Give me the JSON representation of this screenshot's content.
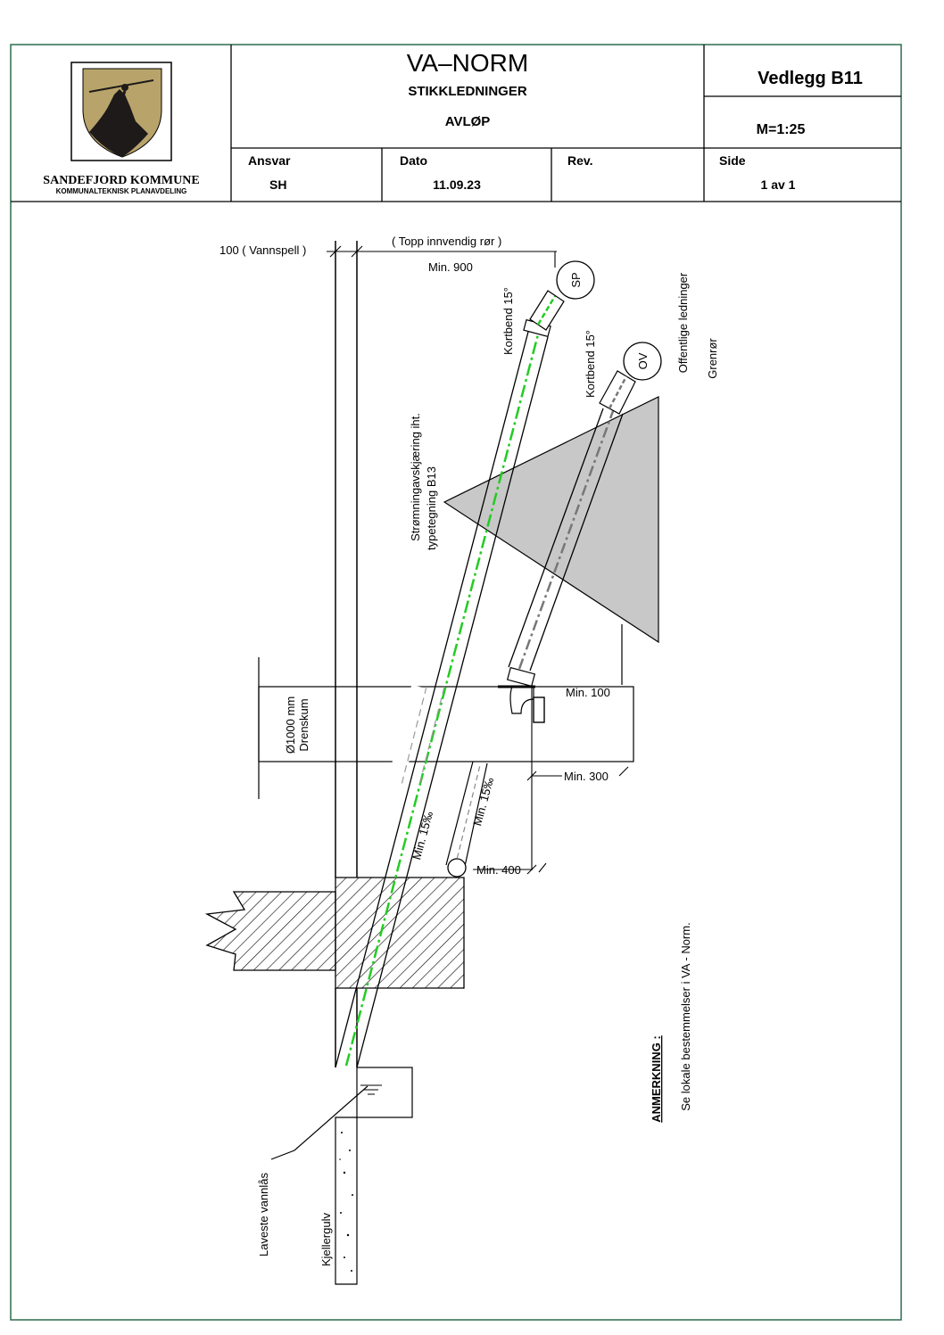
{
  "title_block": {
    "main_title": "VA–NORM",
    "subtitle_1": "STIKKLEDNINGER",
    "subtitle_2": "AVLØP",
    "attachment": "Vedlegg  B11",
    "scale": "M=1:25",
    "organization": "SANDEFJORD  KOMMUNE",
    "department": "KOMMUNALTEKNISK  PLANAVDELING",
    "fields": {
      "responsible_label": "Ansvar",
      "responsible_value": "SH",
      "date_label": "Dato",
      "date_value": "11.09.23",
      "revision_label": "Rev.",
      "revision_value": "",
      "page_label": "Side",
      "page_value": "1  av  1"
    }
  },
  "drawing": {
    "labels": {
      "water_gap": "100 ( Vannspell )",
      "top_inner_pipe": "( Topp innvendig rør )",
      "min_900": "Min. 900",
      "sp": "SP",
      "ov": "OV",
      "kortbend_1": "Kortbend 15°",
      "kortbend_2": "Kortbend 15°",
      "public_lines": "Offentlige ledninger",
      "branch_pipe": "Grenrør",
      "flow_cut_1": "Strømningavskjæring iht.",
      "flow_cut_2": "typetegning B13",
      "drain_well_1": "Ø1000 mm",
      "drain_well_2": "Drenskum",
      "min_100": "Min. 100",
      "min_300": "Min. 300",
      "min_400": "Min. 400",
      "slope_1": "Min. 15‰",
      "slope_2": "Min. 15‰",
      "lowest_water_seal": "Laveste vannlås",
      "basement_floor": "Kjellergulv",
      "remark_title": "ANMERKNING :",
      "remark_text": "Se lokale bestemmelser i VA - Norm."
    }
  },
  "colors": {
    "border": "#2e6b4f",
    "line": "#000000",
    "sewer_center": "#22cc22",
    "storm_center": "#777777",
    "flow_cut_fill": "#c8c8c8",
    "crest_gold": "#b8a46a",
    "crest_dark": "#1e1a1a"
  }
}
